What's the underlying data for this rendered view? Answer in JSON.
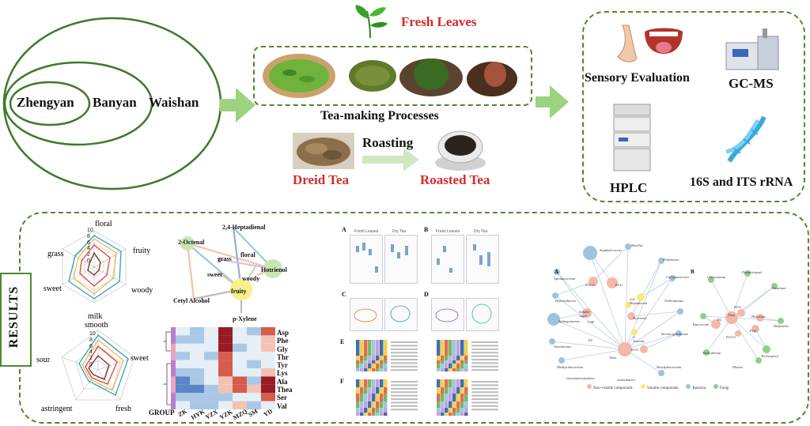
{
  "regions": {
    "inner": "Zhengyan",
    "middle": "Banyan",
    "outer": "Waishan"
  },
  "process": {
    "fresh_leaves": "Fresh Leaves",
    "tea_making": "Tea-making Processes",
    "dried_tea": "Dreid Tea",
    "roasting": "Roasting",
    "roasted_tea": "Roasted Tea"
  },
  "analysis": {
    "sensory": "Sensory Evaluation",
    "gcms": "GC-MS",
    "hplc": "HPLC",
    "rrna": "16S and ITS rRNA"
  },
  "results": {
    "label": "RESULTS",
    "radar1": {
      "axes": [
        "floral",
        "fruity",
        "woody",
        "milk",
        "sweet",
        "grass"
      ],
      "ticks": [
        "10",
        "8",
        "6",
        "4",
        "2",
        "0"
      ]
    },
    "radar2": {
      "axes": [
        "smooth",
        "sweet",
        "fresh",
        "astringent",
        "sour"
      ],
      "ticks": [
        "10",
        "8",
        "6",
        "4",
        "2",
        "0"
      ]
    },
    "network": {
      "nodes": [
        "2,4-Heptadienal",
        "2-Octenal",
        "grass",
        "floral",
        "Hotrienol",
        "sweet",
        "woody",
        "fruity",
        "Cetyl Alcohol",
        "p-Xylene"
      ]
    },
    "heatmap": {
      "rows": [
        "Asp",
        "Phe",
        "Gly",
        "Thr",
        "Tyr",
        "Lys",
        "Ala",
        "Thea",
        "Ser",
        "Val"
      ],
      "cols": [
        "ZK",
        "HYK",
        "YZX",
        "YZK",
        "MZQ",
        "SM",
        "YD"
      ],
      "group_label": "GROUP"
    },
    "panels": {
      "a": "A",
      "b": "B",
      "c": "C",
      "d": "D",
      "e": "E",
      "f": "F",
      "fresh": "Fresh Leaves",
      "dry": "Dry Tea"
    },
    "net2": {
      "label_a": "A",
      "label_b": "B",
      "nodes_a": [
        "Staphylococcus",
        "Bacillus",
        "Agrobacterium",
        "Pedobacter",
        "Curtobacterium",
        "Hymenobacter",
        "EGCG",
        "ECG",
        "Soluble sugar",
        "2,4-Heptadienal",
        "Arthroplanus",
        "Sphingomonas",
        "CAF",
        "Hotrienol",
        "EC",
        "Thea",
        "ECG",
        "2-Octenal",
        "Stenotrophomonas",
        "Aureimonas",
        "Brachybacterium",
        "Methylobacterium",
        "Gemmatimonadetes",
        "Actinobacter"
      ],
      "nodes_b": [
        "Chaetomium",
        "Pestalotiopsis",
        "Fusarium",
        "ECG",
        "Hotrienol",
        "Didymella",
        "Epicoccum",
        "EC",
        "Thea",
        "EGCG",
        "EGC",
        "Trichoderma",
        "Teichospora",
        "Phoma"
      ],
      "legend": [
        "Non-volatile compounds",
        "Volatile compounds",
        "Bacteria",
        "Fungi"
      ]
    }
  }
}
